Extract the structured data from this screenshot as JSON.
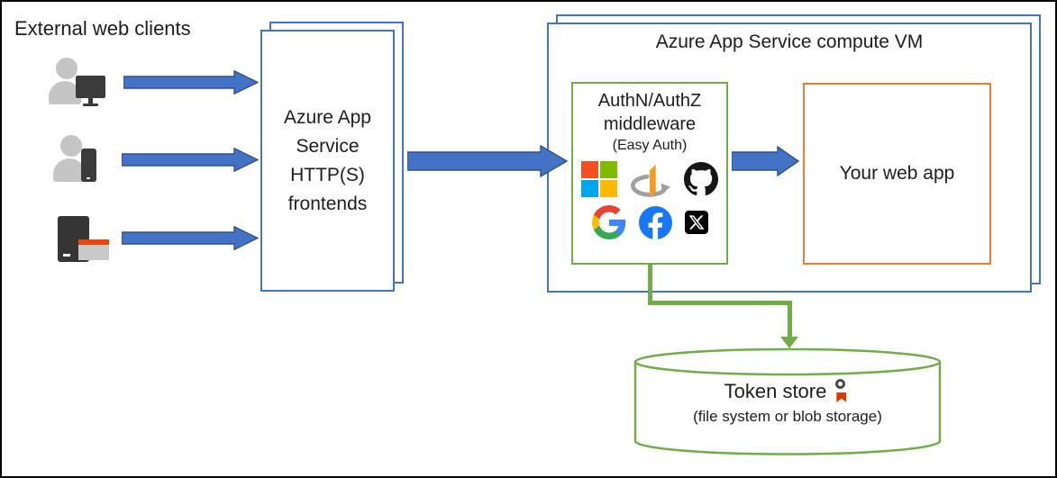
{
  "diagram": {
    "title": "External web clients",
    "frontends_label": "Azure App\nService\nHTTP(S)\nfrontends",
    "vm_title": "Azure App Service compute VM",
    "authn_title": "AuthN/AuthZ\nmiddleware",
    "authn_subtitle": "(Easy Auth)",
    "webapp_label": "Your web app",
    "token_title": "Token store",
    "token_subtitle": "(file system or blob storage)",
    "identity_providers": [
      "Microsoft",
      "OpenID Connect",
      "GitHub",
      "Google",
      "Facebook",
      "X"
    ],
    "clients": [
      "user with desktop",
      "user with phone",
      "server application"
    ],
    "colors": {
      "arrow_blue": "#4472C4",
      "arrow_blue_border": "#2F528F",
      "box_blue": "#4472C4",
      "box_green": "#70AD47",
      "box_orange": "#ED7D31",
      "connector_green": "#70AD47",
      "canvas_border": "#000000"
    }
  }
}
